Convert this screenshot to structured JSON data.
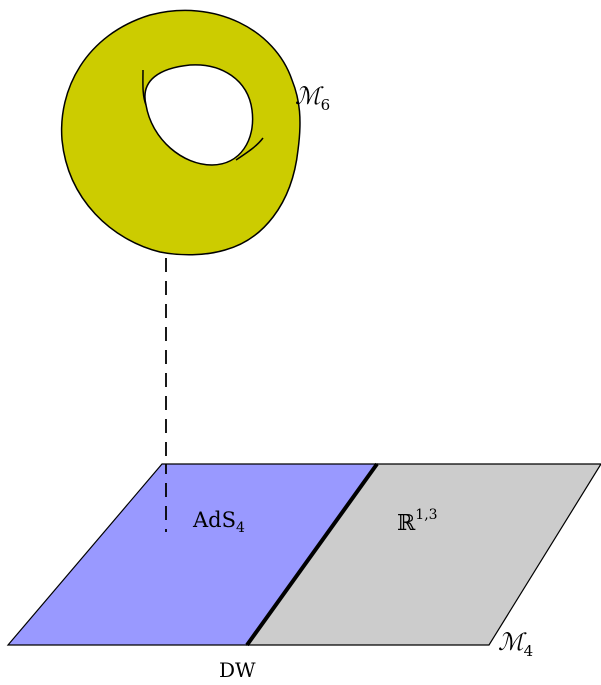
{
  "labels": {
    "manifold6": {
      "base": "ℳ",
      "sub": "6"
    },
    "ads": {
      "base": "AdS",
      "sub": "4"
    },
    "flat": {
      "base": "ℝ",
      "sup": "1,3"
    },
    "manifold4": {
      "base": "ℳ",
      "sub": "4"
    },
    "dw": "DW"
  },
  "colors": {
    "torus_fill": "#cccc00",
    "ads_fill": "#9999ff",
    "flat_fill": "#cccccc",
    "outline": "#000000"
  }
}
